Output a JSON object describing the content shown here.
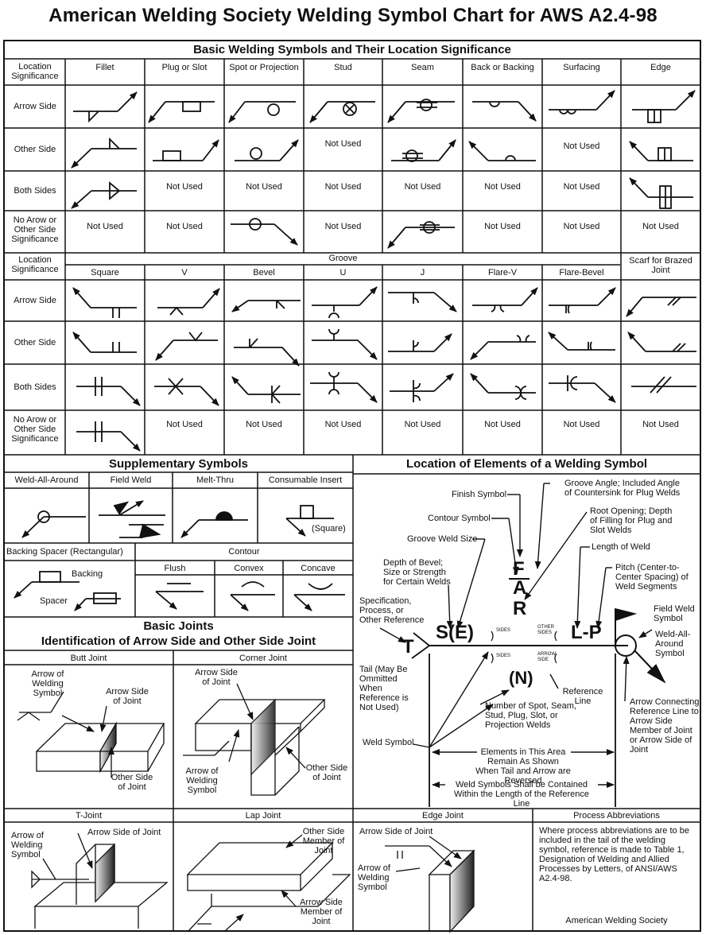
{
  "title": "American Welding Society Welding Symbol Chart for AWS A2.4-98",
  "basic": {
    "title": "Basic Welding Symbols and Their Location Significance",
    "loc_header": "Location Significance",
    "columns": [
      "Fillet",
      "Plug or Slot",
      "Spot or Projection",
      "Stud",
      "Seam",
      "Back or Backing",
      "Surfacing",
      "Edge"
    ],
    "rows": [
      "Arrow Side",
      "Other Side",
      "Both Sides",
      "No Arow or Other Side Significance"
    ],
    "not_used": "Not Used"
  },
  "groove": {
    "loc_header": "Location Significance",
    "group": "Groove",
    "columns": [
      "Square",
      "V",
      "Bevel",
      "U",
      "J",
      "Flare-V",
      "Flare-Bevel"
    ],
    "scarf": "Scarf for Brazed Joint",
    "rows": [
      "Arrow Side",
      "Other Side",
      "Both Sides",
      "No Arow or Other Side Significance"
    ]
  },
  "supplementary": {
    "title": "Supplementary Symbols",
    "cols": [
      "Weld-All-Around",
      "Field Weld",
      "Melt-Thru",
      "Consumable Insert"
    ],
    "square": "(Square)",
    "backing_spacer": "Backing Spacer (Rectangular)",
    "contour": "Contour",
    "contour_cols": [
      "Flush",
      "Convex",
      "Concave"
    ],
    "backing": "Backing",
    "spacer": "Spacer"
  },
  "joints": {
    "title1": "Basic Joints",
    "title2": "Identification of Arrow Side and Other Side Joint",
    "butt": "Butt Joint",
    "corner": "Corner Joint",
    "tjoint": "T-Joint",
    "lap": "Lap Joint",
    "edge": "Edge Joint",
    "arrow_of_welding_symbol": "Arrow of Welding Symbol",
    "arrow_side_of_joint": "Arrow Side of Joint",
    "other_side_of_joint": "Other Side of Joint",
    "arrow_side_of_joint_1": "Arrow Side of Joint",
    "other_side_member": "Other Side Member of Joint",
    "arrow_side_member": "Arrow Side Member of Joint"
  },
  "location": {
    "title": "Location of Elements of a Welding Symbol",
    "finish": "Finish Symbol",
    "contour": "Contour Symbol",
    "groove_size": "Groove Weld Size",
    "depth": "Depth of Bevel; Size or Strength for Certain Welds",
    "spec": "Specification, Process, or Other Reference",
    "tail": "Tail (May Be Ommitted When Reference is Not Used)",
    "weld_symbol": "Weld Symbol",
    "groove_angle": "Groove Angle; Included Angle of Countersink for Plug Welds",
    "root": "Root Opening; Depth of Filling for Plug and Slot Welds",
    "length": "Length of Weld",
    "pitch": "Pitch (Center-to-Center Spacing) of Weld Segments",
    "field": "Field Weld Symbol",
    "all_around": "Weld-All-Around Symbol",
    "ref_line": "Reference Line",
    "number": "Number of Spot, Seam, Stud, Plug, Slot, or Projection Welds",
    "arrow_conn": "Arrow Connecting Reference Line to Arrow Side Member of Joint or Arrow Side of Joint",
    "elements": "Elements in This Area Remain As Shown When Tail and Arrow are Reversed",
    "contained": "Weld Symbols Shall be Contained Within the Length of the Reference Line",
    "F": "F",
    "A": "A",
    "R": "R",
    "T": "T",
    "S": "S(E)",
    "LP": "L-P",
    "N": "(N)",
    "other_sides": "OTHER SIDES",
    "sides": "SIDES",
    "arrow_side": "ARROW SIDE"
  },
  "process": {
    "title": "Process Abbreviations",
    "text": "Where process abbreviations are to be included in the tail of the welding symbol, reference is made to Table 1, Designation of Welding and Allied Processes by Letters, of ANSI/AWS A2.4-98.",
    "aws": "American Welding Society"
  }
}
